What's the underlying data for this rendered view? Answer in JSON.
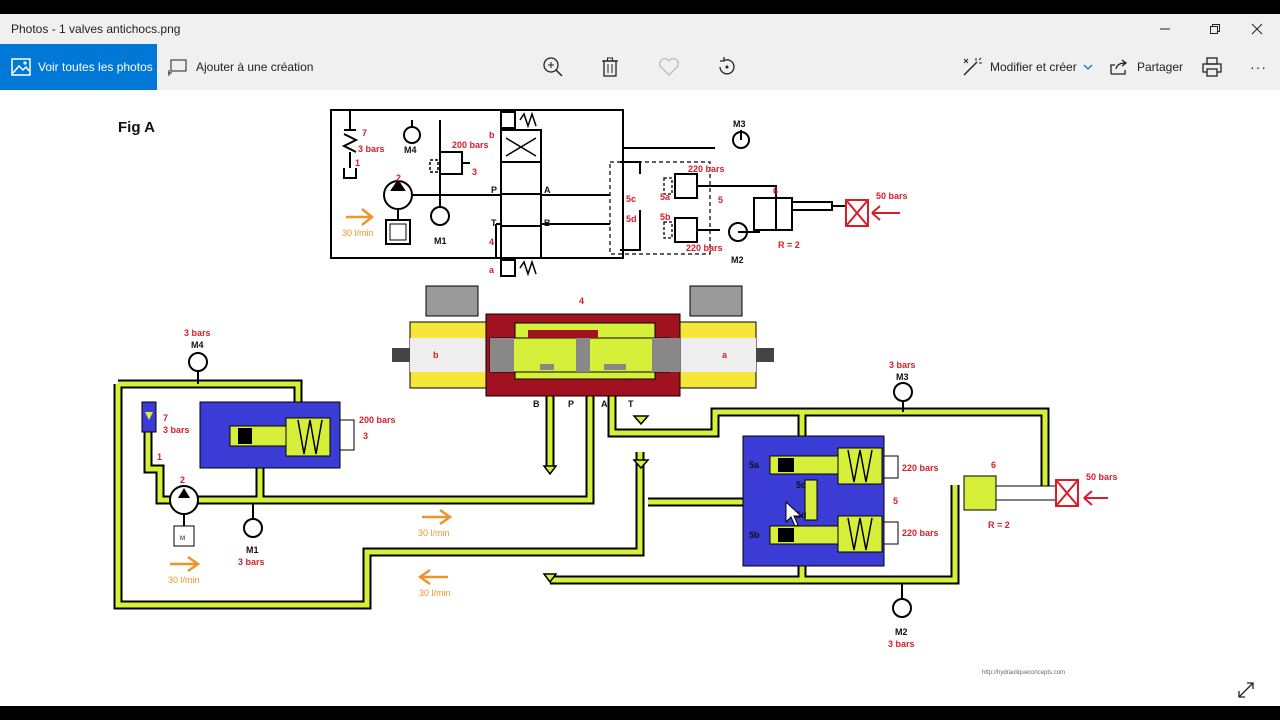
{
  "window": {
    "title": "Photos - 1 valves antichocs.png"
  },
  "toolbar": {
    "view_all_label": "Voir toutes les photos",
    "add_to_creation_label": "Ajouter à une création",
    "edit_create_label": "Modifier et créer",
    "share_label": "Partager",
    "more_label": "···"
  },
  "figure": {
    "title": "Fig A",
    "schematic": {
      "m4": "M4",
      "m1": "M1",
      "m2": "M2",
      "m3": "M3",
      "p7": "7",
      "bars3": "3 bars",
      "p1": "1",
      "p2": "2",
      "bars200": "200 bars",
      "p3": "3",
      "flow": "30 l/min",
      "pP": "P",
      "pT": "T",
      "pA": "A",
      "pB": "B",
      "p4": "4",
      "pa": "a",
      "pb": "b",
      "v5c": "5c",
      "v5d": "5d",
      "v5a": "5a",
      "v5b": "5b",
      "p5": "5",
      "bars220": "220 bars",
      "p6": "6",
      "bars50": "50 bars",
      "ratio": "R = 2"
    },
    "pictorial": {
      "valve_number": "4",
      "side_b": "b",
      "side_a": "a",
      "port_B": "B",
      "port_P": "P",
      "port_A": "A",
      "port_T": "T",
      "m4": "M4",
      "bars3": "3 bars",
      "p7": "7",
      "p1": "1",
      "p2": "2",
      "bars200": "200 bars",
      "p3": "3",
      "m1": "M1",
      "flow": "30 l/min",
      "m3": "M3",
      "m2": "M2",
      "v5a": "5a",
      "v5b": "5b",
      "v5c": "5c",
      "v5d": "5d",
      "p5": "5",
      "bars220": "220 bars",
      "p6": "6",
      "bars50": "50 bars",
      "ratio": "R = 2"
    },
    "watermark": "http://hydrauliqueconcepts.com"
  }
}
